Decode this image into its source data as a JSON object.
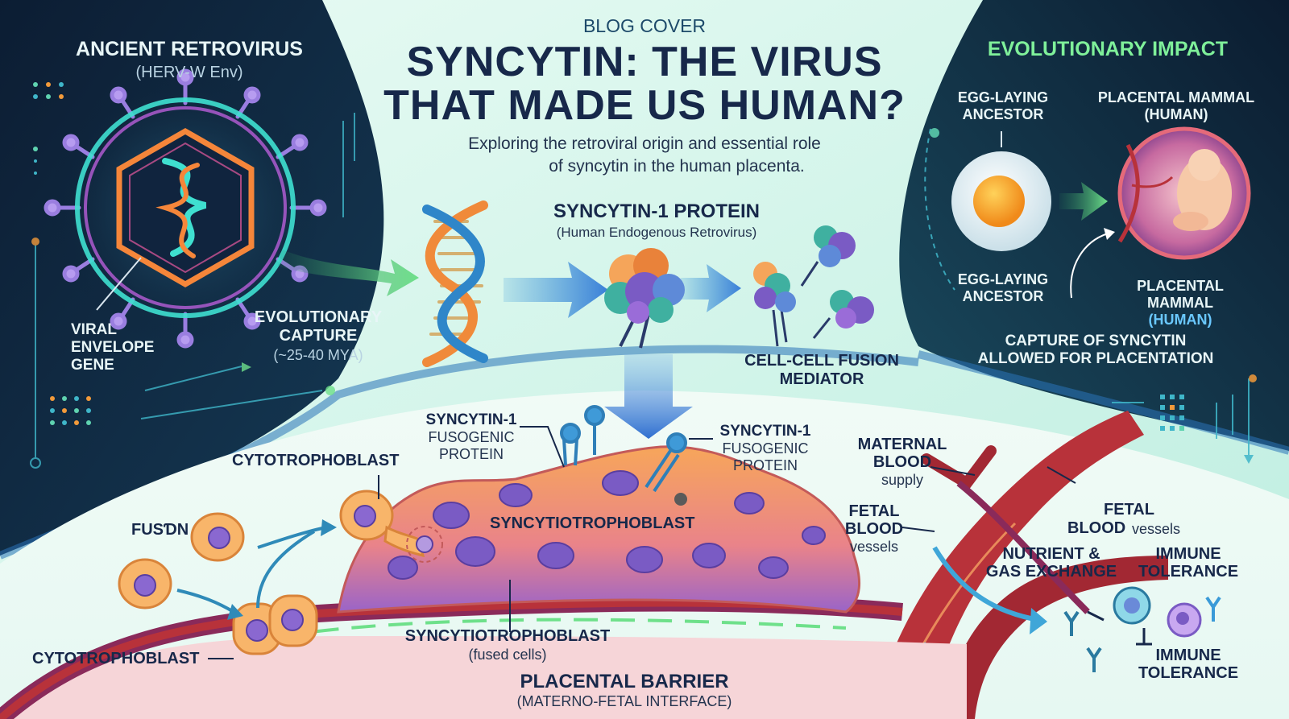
{
  "header": {
    "kicker": "BLOG COVER",
    "title_line1": "SYNCYTIN: THE VIRUS",
    "title_line2": "THAT MADE US HUMAN?",
    "subtitle_line1": "Exploring the retroviral origin and essential role",
    "subtitle_line2": "of syncytin in the human placenta."
  },
  "left_panel": {
    "title": "ANCIENT RETROVIRUS",
    "subtitle": "(HERV-W Env)",
    "gene_label": [
      "VIRAL",
      "ENVELOPE",
      "GENE"
    ],
    "capture_label": [
      "EVOLUTIONARY",
      "CAPTURE"
    ],
    "capture_time": "(~25-40 MYA)"
  },
  "center": {
    "protein_title": "SYNCYTIN-1 PROTEIN",
    "protein_subtitle": "(Human Endogenous Retrovirus)",
    "fusion_mediator": [
      "CELL-CELL FUSION",
      "MEDIATOR"
    ]
  },
  "right_panel": {
    "title": "EVOLUTIONARY IMPACT",
    "egg_label_top": [
      "EGG-LAYING",
      "ANCESTOR"
    ],
    "egg_label_bottom": [
      "EGG-LAYING",
      "ANCESTOR"
    ],
    "mammal_label_top": [
      "PLACENTAL MAMMAL",
      "(HUMAN)"
    ],
    "mammal_label_bottom": [
      "PLACENTAL",
      "MAMMAL",
      "(HUMAN)"
    ],
    "conclusion": [
      "CAPTURE OF SYNCYTIN",
      "ALLOWED FOR PLACENTATION"
    ]
  },
  "placenta": {
    "fusogenic_left": [
      "SYNCYTIN-1",
      "FUSOGENIC",
      "PROTEIN"
    ],
    "fusogenic_right": [
      "SYNCYTIN-1",
      "FUSOGENIC",
      "PROTEIN"
    ],
    "cytotrophoblast_top": "CYTOTROPHOBLAST",
    "cytotrophoblast_bottom": "CYTOTROPHOBLAST",
    "fusion": "FUSƊN",
    "syncytio": "SYNCYTIOTROPHOBLAST",
    "syncytio_bottom": "SYNCYTIOTROPHOBLAST",
    "fused_cells": "(fused cells)",
    "barrier_title": "PLACENTAL BARRIER",
    "barrier_subtitle": "(MATERNO-FETAL INTERFACE)",
    "maternal_blood": [
      "MATERNAL",
      "BLOOD"
    ],
    "maternal_supply": "supply",
    "fetal_blood_left": [
      "FETAL",
      "BLOOD"
    ],
    "fetal_vessels_left": "vessels",
    "fetal_blood_right_top": "FETAL",
    "fetal_blood_right_bold": "BLOOD",
    "fetal_blood_right_rest": "vessels",
    "nutrient": [
      "NUTRIENT &",
      "GAS EXCHANGE"
    ],
    "immune_top": [
      "IMMUNE",
      "TOLERANCE"
    ],
    "immune_bottom": [
      "IMMUNE",
      "TOLERANCE"
    ]
  },
  "colors": {
    "navy_panel": "#0f2238",
    "mint": "#d6f3ea",
    "orange_cell": "#f5a55a",
    "purple_nucleus": "#7a5bc4",
    "vessel_red": "#b8323a",
    "neon_teal": "#3fe0d0",
    "title_navy": "#17284a"
  }
}
